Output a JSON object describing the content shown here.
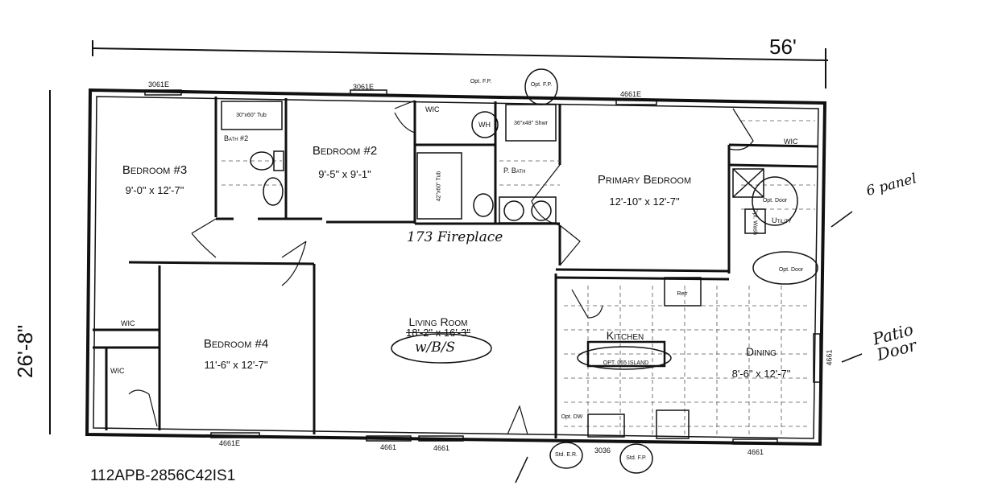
{
  "overall": {
    "width": "56'",
    "depth": "26'-8\"",
    "model": "112APB-2856C42IS1"
  },
  "rooms": {
    "bedroom3": {
      "name": "Bedroom #3",
      "size": "9'-0\" x 12'-7\""
    },
    "bath2": {
      "name": "Bath #2",
      "tub": "30\"x60\" Tub"
    },
    "bedroom2": {
      "name": "Bedroom #2",
      "size": "9'-5\" x 9'-1\""
    },
    "wic_top": "WIC",
    "wh": "WH",
    "shower": "36\"x48\" Shwr",
    "pbath": {
      "name": "P. Bath",
      "tub": "42\"x60\" Tub"
    },
    "primary": {
      "name": "Primary Bedroom",
      "size": "12'-10\" x 12'-7\""
    },
    "wic_primary": "WIC",
    "utility": {
      "name": "Utility",
      "wash": "Opt. Wash",
      "opt_door1": "Opt. Door",
      "opt_door2": "Opt. Door"
    },
    "wic_left1": "WIC",
    "wic_left2": "WIC",
    "bedroom4": {
      "name": "Bedroom #4",
      "size": "11'-6\" x 12'-7\""
    },
    "living": {
      "name": "Living Room",
      "size": "18'-2\" x 16'-3\""
    },
    "kitchen": {
      "name": "Kitchen",
      "island": "OPT. 065 ISLAND",
      "refr": "Refr",
      "dw": "Opt. DW"
    },
    "dining": {
      "name": "Dining",
      "size": "8'-6\" x 12'-7\""
    }
  },
  "windows": [
    "3061E",
    "3061E",
    "4661E",
    "4661E",
    "4661",
    "4661",
    "3036",
    "4661",
    "4661"
  ],
  "fireplace_labels": {
    "opt_fp1": "Opt. F.P.",
    "opt_fp2": "Opt. F.P.",
    "std_er": "Std. E.R.",
    "std_fp": "Std. F.P."
  },
  "annotations": {
    "fireplace": "173 Fireplace",
    "panel": "6 panel",
    "patio": "Patio Door",
    "living_note": "w/B/S"
  }
}
